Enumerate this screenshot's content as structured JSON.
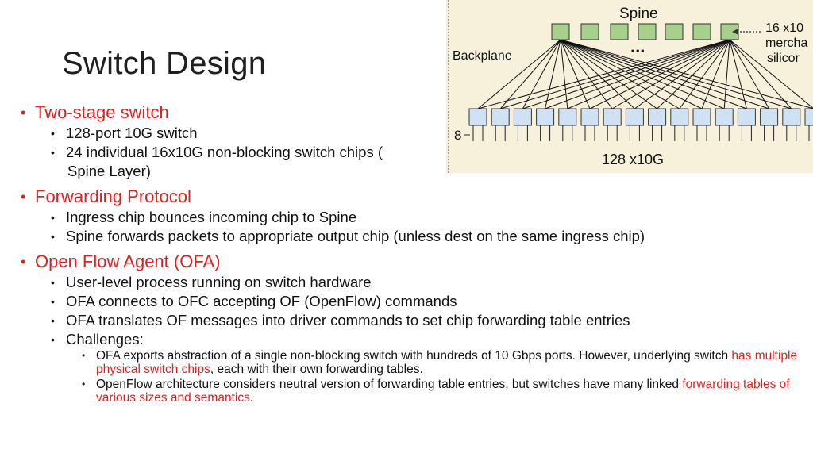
{
  "slide": {
    "title": "Switch Design"
  },
  "diagram": {
    "label_spine": "Spine",
    "label_backplane": "Backplane",
    "label_ellipsis": "...",
    "label_count_line1": "16 x10",
    "label_count_line2": "mercha",
    "label_count_line3": "silicor",
    "label_eight": "8",
    "label_ports": "128 x10G",
    "colors": {
      "background": "#f7f1dc",
      "spine_box": "#a8d08d",
      "leaf_box": "#cfe2f3"
    }
  },
  "bullets": {
    "b1": {
      "heading": "Two-stage switch",
      "items": [
        "128-port 10G switch",
        "24 individual 16x10G non-blocking switch chips (",
        "Spine Layer)"
      ]
    },
    "b2": {
      "heading": "Forwarding Protocol",
      "items": [
        "Ingress chip bounces incoming chip to Spine",
        "Spine forwards packets to appropriate output chip (unless dest on the same ingress chip)"
      ]
    },
    "b3": {
      "heading": "Open Flow Agent (OFA)",
      "items": [
        "User-level process running on switch hardware",
        "OFA connects to OFC accepting OF (OpenFlow) commands",
        "OFA translates OF messages into driver commands to set chip forwarding table entries",
        "Challenges:"
      ],
      "sub1": {
        "pre": "OFA exports abstraction of a single non-blocking switch with hundreds of 10 Gbps ports. However, underlying switch ",
        "highlight": "has multiple physical switch chips",
        "post": ", each with their own forwarding tables."
      },
      "sub2": {
        "pre": "OpenFlow architecture considers neutral version of forwarding table entries, but switches have many linked ",
        "highlight": "forwarding tables of various sizes and semantics",
        "post": "."
      }
    }
  },
  "colors": {
    "accent_red": "#e02020"
  }
}
